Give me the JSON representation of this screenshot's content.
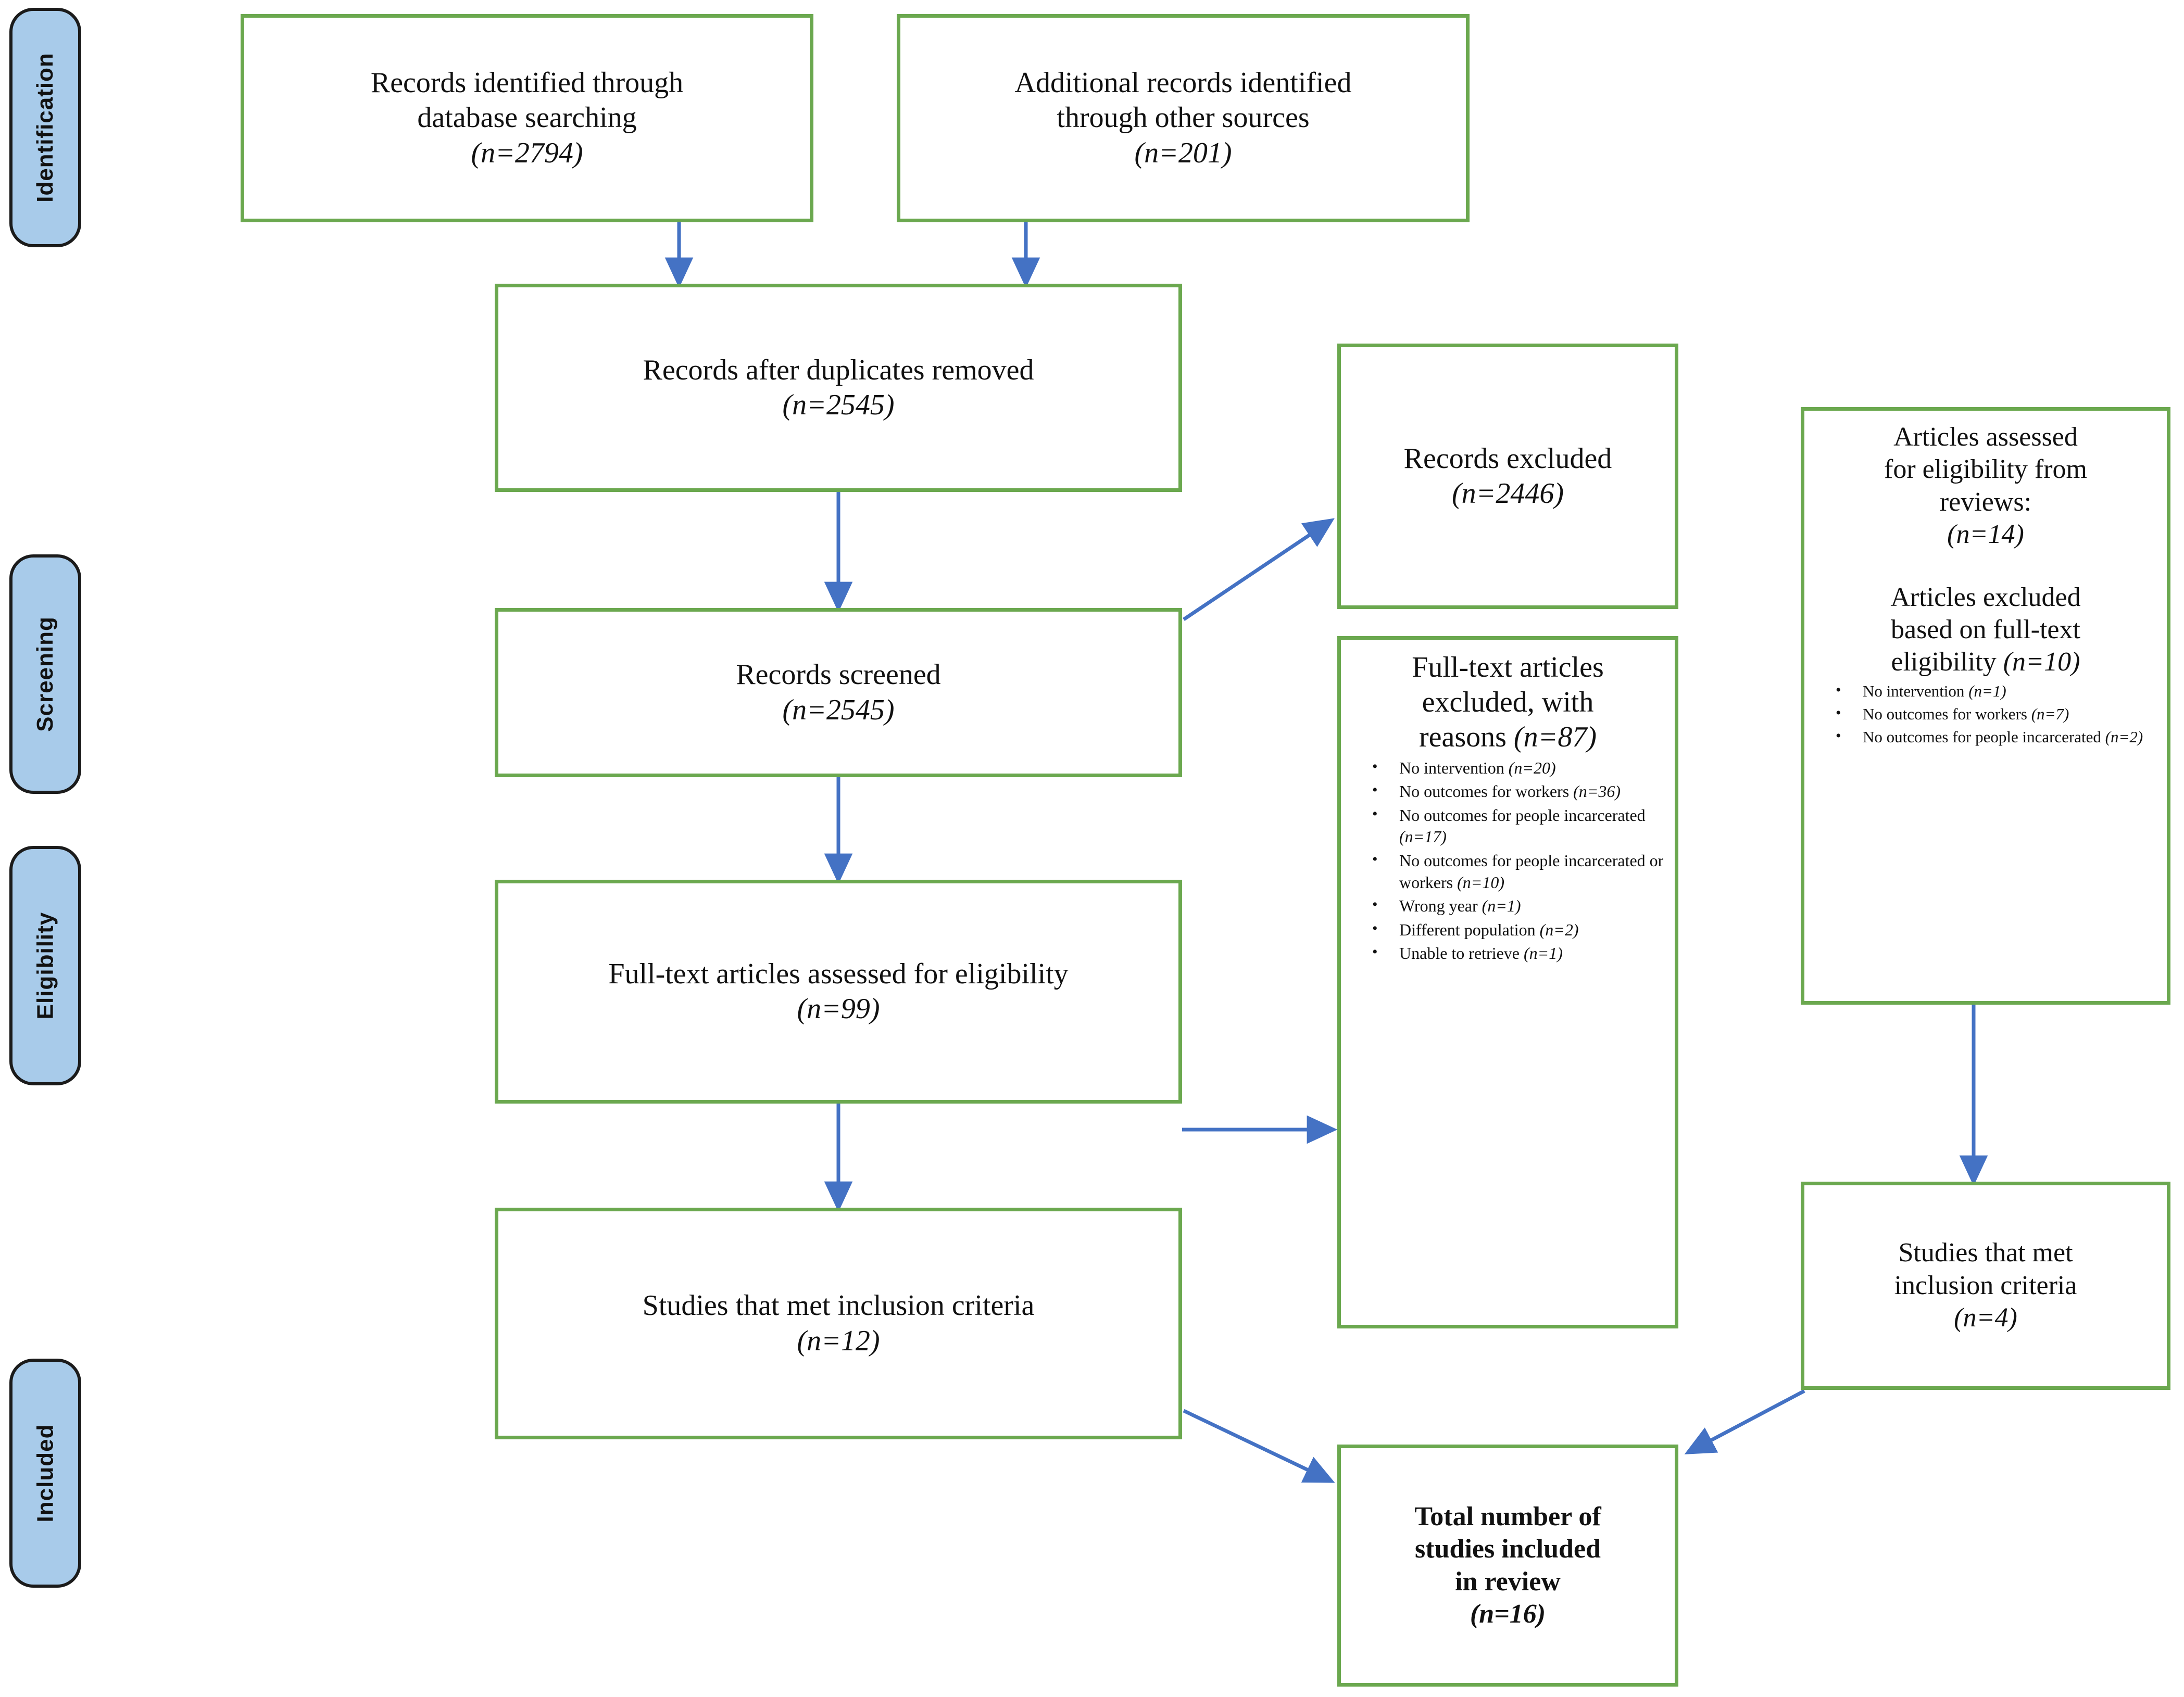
{
  "colors": {
    "box_border": "#6BA84F",
    "phase_fill": "#A8CBEA",
    "phase_border": "#1b1b1b",
    "arrow": "#4472C4",
    "text": "#111111"
  },
  "phases": [
    {
      "label": "Identification"
    },
    {
      "label": "Screening"
    },
    {
      "label": "Eligibility"
    },
    {
      "label": "Included"
    }
  ],
  "boxes": {
    "records_database": {
      "line1": "Records identified through",
      "line2": "database searching",
      "n": "(n=2794)"
    },
    "records_other": {
      "line1": "Additional records identified",
      "line2": "through other sources",
      "n": "(n=201)"
    },
    "duplicates_removed": {
      "line1": "Records after duplicates removed",
      "n": "(n=2545)"
    },
    "records_screened": {
      "line1": "Records screened",
      "n": "(n=2545)"
    },
    "records_excluded": {
      "line1": "Records excluded",
      "n": "(n=2446)"
    },
    "fulltext_assessed": {
      "line1": "Full-text articles assessed for eligibility",
      "n": "(n=99)"
    },
    "fulltext_excluded": {
      "line1": "Full-text articles",
      "line2": "excluded, with",
      "line3": "reasons",
      "n": "(n=87)",
      "reasons": [
        {
          "text": "No intervention",
          "n": "(n=20)"
        },
        {
          "text": "No outcomes for workers",
          "n": "(n=36)"
        },
        {
          "text": "No outcomes for people incarcerated",
          "n": "(n=17)"
        },
        {
          "text": "No outcomes for people incarcerated or workers",
          "n": "(n=10)"
        },
        {
          "text": "Wrong year",
          "n": "(n=1)"
        },
        {
          "text": "Different population",
          "n": "(n=2)"
        },
        {
          "text": "Unable to retrieve",
          "n": "(n=1)"
        }
      ]
    },
    "studies_met_left": {
      "line1": "Studies that met inclusion criteria",
      "n": "(n=12)"
    },
    "reviews_assessed": {
      "line1": "Articles assessed",
      "line2": "for eligibility from",
      "line3": "reviews:",
      "n": "(n=14)"
    },
    "reviews_excluded": {
      "line1": "Articles excluded",
      "line2": "based on full-text",
      "line3": "eligibility",
      "n": "(n=10)",
      "reasons": [
        {
          "text": "No intervention",
          "n": "(n=1)"
        },
        {
          "text": "No outcomes for workers",
          "n": "(n=7)"
        },
        {
          "text": "No outcomes for people incarcerated",
          "n": "(n=2)"
        }
      ]
    },
    "studies_met_right": {
      "line1": "Studies that met",
      "line2": "inclusion criteria",
      "n": "(n=4)"
    },
    "total_included": {
      "line1": "Total number of",
      "line2": "studies included",
      "line3": "in review",
      "n": "(n=16)"
    }
  }
}
